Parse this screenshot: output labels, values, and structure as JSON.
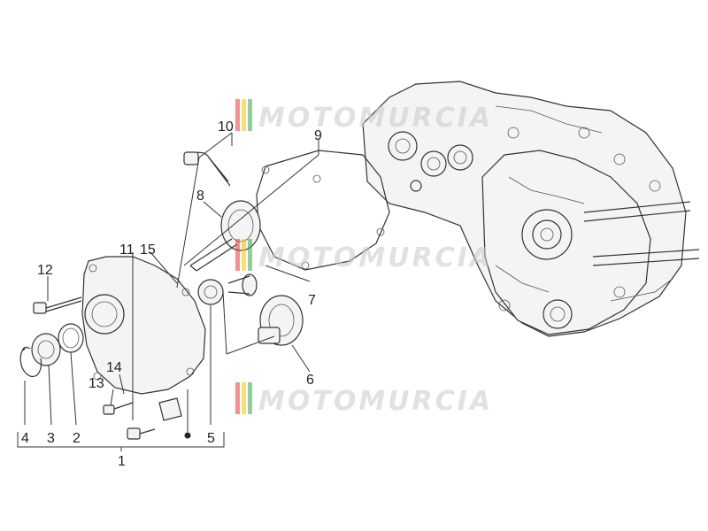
{
  "watermark": {
    "brand": "MOTOMURCIA"
  },
  "callouts": {
    "c1": "1",
    "c2": "2",
    "c3": "3",
    "c4": "4",
    "c5": "5",
    "c6": "6",
    "c7": "7",
    "c8": "8",
    "c9": "9",
    "c10": "10",
    "c11": "11",
    "c12": "12",
    "c13": "13",
    "c14": "14",
    "c15": "15"
  },
  "colors": {
    "line": "#333333",
    "watermark": "#c9c9c9",
    "stripe_red": "#e23b3b",
    "stripe_yellow": "#f2c400",
    "stripe_green": "#3aa84a"
  }
}
